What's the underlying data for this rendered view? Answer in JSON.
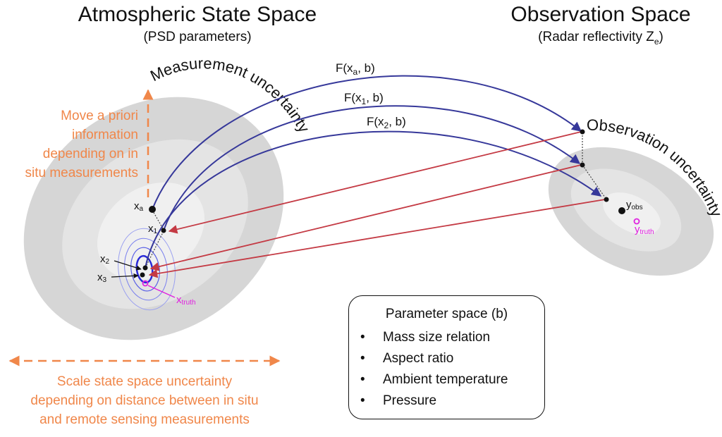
{
  "titles": {
    "state_space": "Atmospheric State Space",
    "state_space_sub": "(PSD parameters)",
    "obs_space": "Observation Space",
    "obs_space_sub_prefix": "(Radar reflectivity Z",
    "obs_space_sub_sub": "e",
    "obs_space_sub_suffix": ")"
  },
  "curved_labels": {
    "measurement_uncertainty": "Measurement uncertainty",
    "observation_uncertainty": "Observation uncertainty"
  },
  "forward_models": [
    {
      "prefix": "F(x",
      "sub": "a",
      "suffix": ", b)"
    },
    {
      "prefix": "F(x",
      "sub": "1",
      "suffix": ", b)"
    },
    {
      "prefix": "F(x",
      "sub": "2",
      "suffix": ", b)"
    }
  ],
  "points": {
    "xa": {
      "base": "x",
      "sub": "a"
    },
    "x1": {
      "base": "x",
      "sub": "1"
    },
    "x2": {
      "base": "x",
      "sub": "2"
    },
    "x3": {
      "base": "x",
      "sub": "3"
    },
    "xtruth": {
      "base": "x",
      "sub": "truth"
    },
    "yobs": {
      "base": "y",
      "sub": "obs"
    },
    "ytruth": {
      "base": "y",
      "sub": "truth"
    }
  },
  "annotations": {
    "move_apriori": [
      "Move a priori",
      "information",
      "depending on in",
      "situ measurements"
    ],
    "scale_uncertainty": [
      "Scale state space uncertainty",
      "depending on distance between in situ",
      "and remote sensing measurements"
    ]
  },
  "parameter_box": {
    "title": "Parameter space (b)",
    "items": [
      "Mass size relation",
      "Aspect ratio",
      "Ambient temperature",
      "Pressure"
    ]
  },
  "colors": {
    "forward_arrow": "#36389a",
    "retrieval_arrow": "#c43a44",
    "annotation": "#f0874a",
    "truth": "#e020e0",
    "ellipse_outer": "#d6d6d6",
    "ellipse_mid": "#e4e4e4",
    "ellipse_inner": "#f0f0f0",
    "contour": "#2a2ad8"
  }
}
